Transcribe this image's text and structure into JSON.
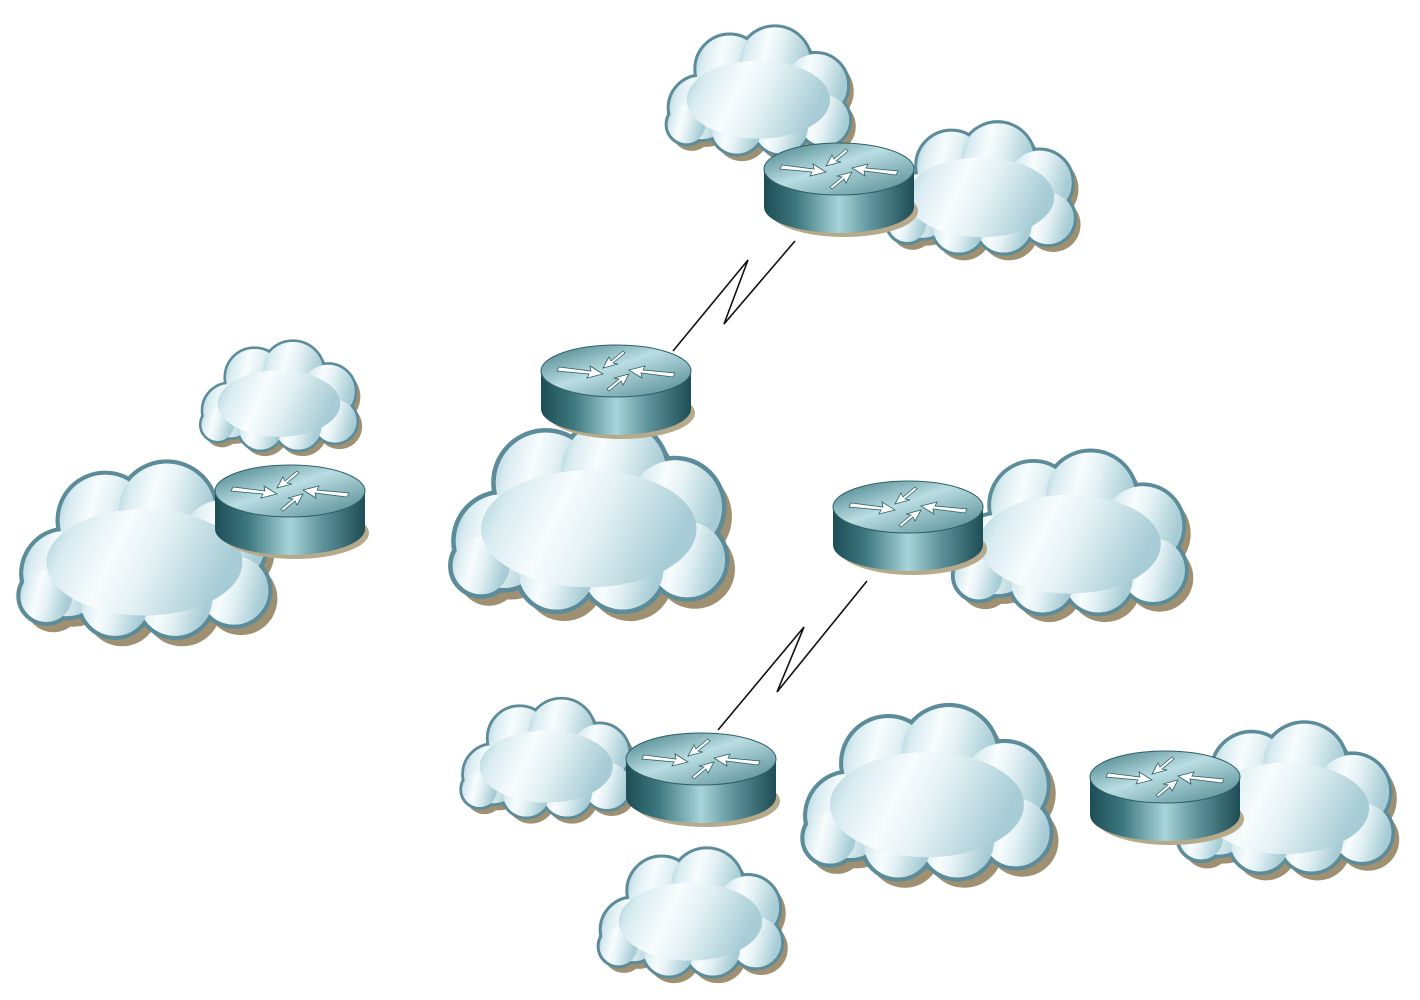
{
  "diagram": {
    "kind": "network-topology",
    "colors": {
      "cloud_fill_light": "#f8fcfd",
      "cloud_fill_mid": "#d9ecf1",
      "cloud_fill_dark": "#9fc9d3",
      "cloud_stroke": "#5c8c99",
      "cloud_shadow": "#9e9071",
      "router_top_light": "#b9dde2",
      "router_top_dark": "#3f7a82",
      "router_side_light": "#a8d4d9",
      "router_side_dark": "#1d4d55",
      "router_arrow": "#ffffff",
      "router_shadow": "#b7aa8a",
      "link": "#111111"
    },
    "routers": [
      {
        "id": "router-top-right",
        "icon": "router-icon"
      },
      {
        "id": "router-center",
        "icon": "router-icon"
      },
      {
        "id": "router-left",
        "icon": "router-icon"
      },
      {
        "id": "router-middle-right",
        "icon": "router-icon"
      },
      {
        "id": "router-bottom-left",
        "icon": "router-icon"
      },
      {
        "id": "router-bottom-right",
        "icon": "router-icon"
      }
    ],
    "networks": [
      {
        "id": "cloud-top-a",
        "icon": "cloud-icon"
      },
      {
        "id": "cloud-top-b",
        "icon": "cloud-icon"
      },
      {
        "id": "cloud-left-tall",
        "icon": "cloud-icon"
      },
      {
        "id": "cloud-left-wide",
        "icon": "cloud-icon"
      },
      {
        "id": "cloud-center-lan",
        "icon": "cloud-icon"
      },
      {
        "id": "cloud-middle-right",
        "icon": "cloud-icon"
      },
      {
        "id": "cloud-bottom-left",
        "icon": "cloud-icon"
      },
      {
        "id": "cloud-bottom-lower",
        "icon": "cloud-icon"
      },
      {
        "id": "cloud-bottom-lan",
        "icon": "cloud-icon"
      },
      {
        "id": "cloud-bottom-right",
        "icon": "cloud-icon"
      }
    ],
    "links": [
      {
        "id": "serial-link-top",
        "type": "serial",
        "icon": "serial-link-icon",
        "from": "router-center",
        "to": "router-top-right"
      },
      {
        "id": "serial-link-bottom",
        "type": "serial",
        "icon": "serial-link-icon",
        "from": "router-middle-right",
        "to": "router-bottom-left"
      }
    ]
  }
}
